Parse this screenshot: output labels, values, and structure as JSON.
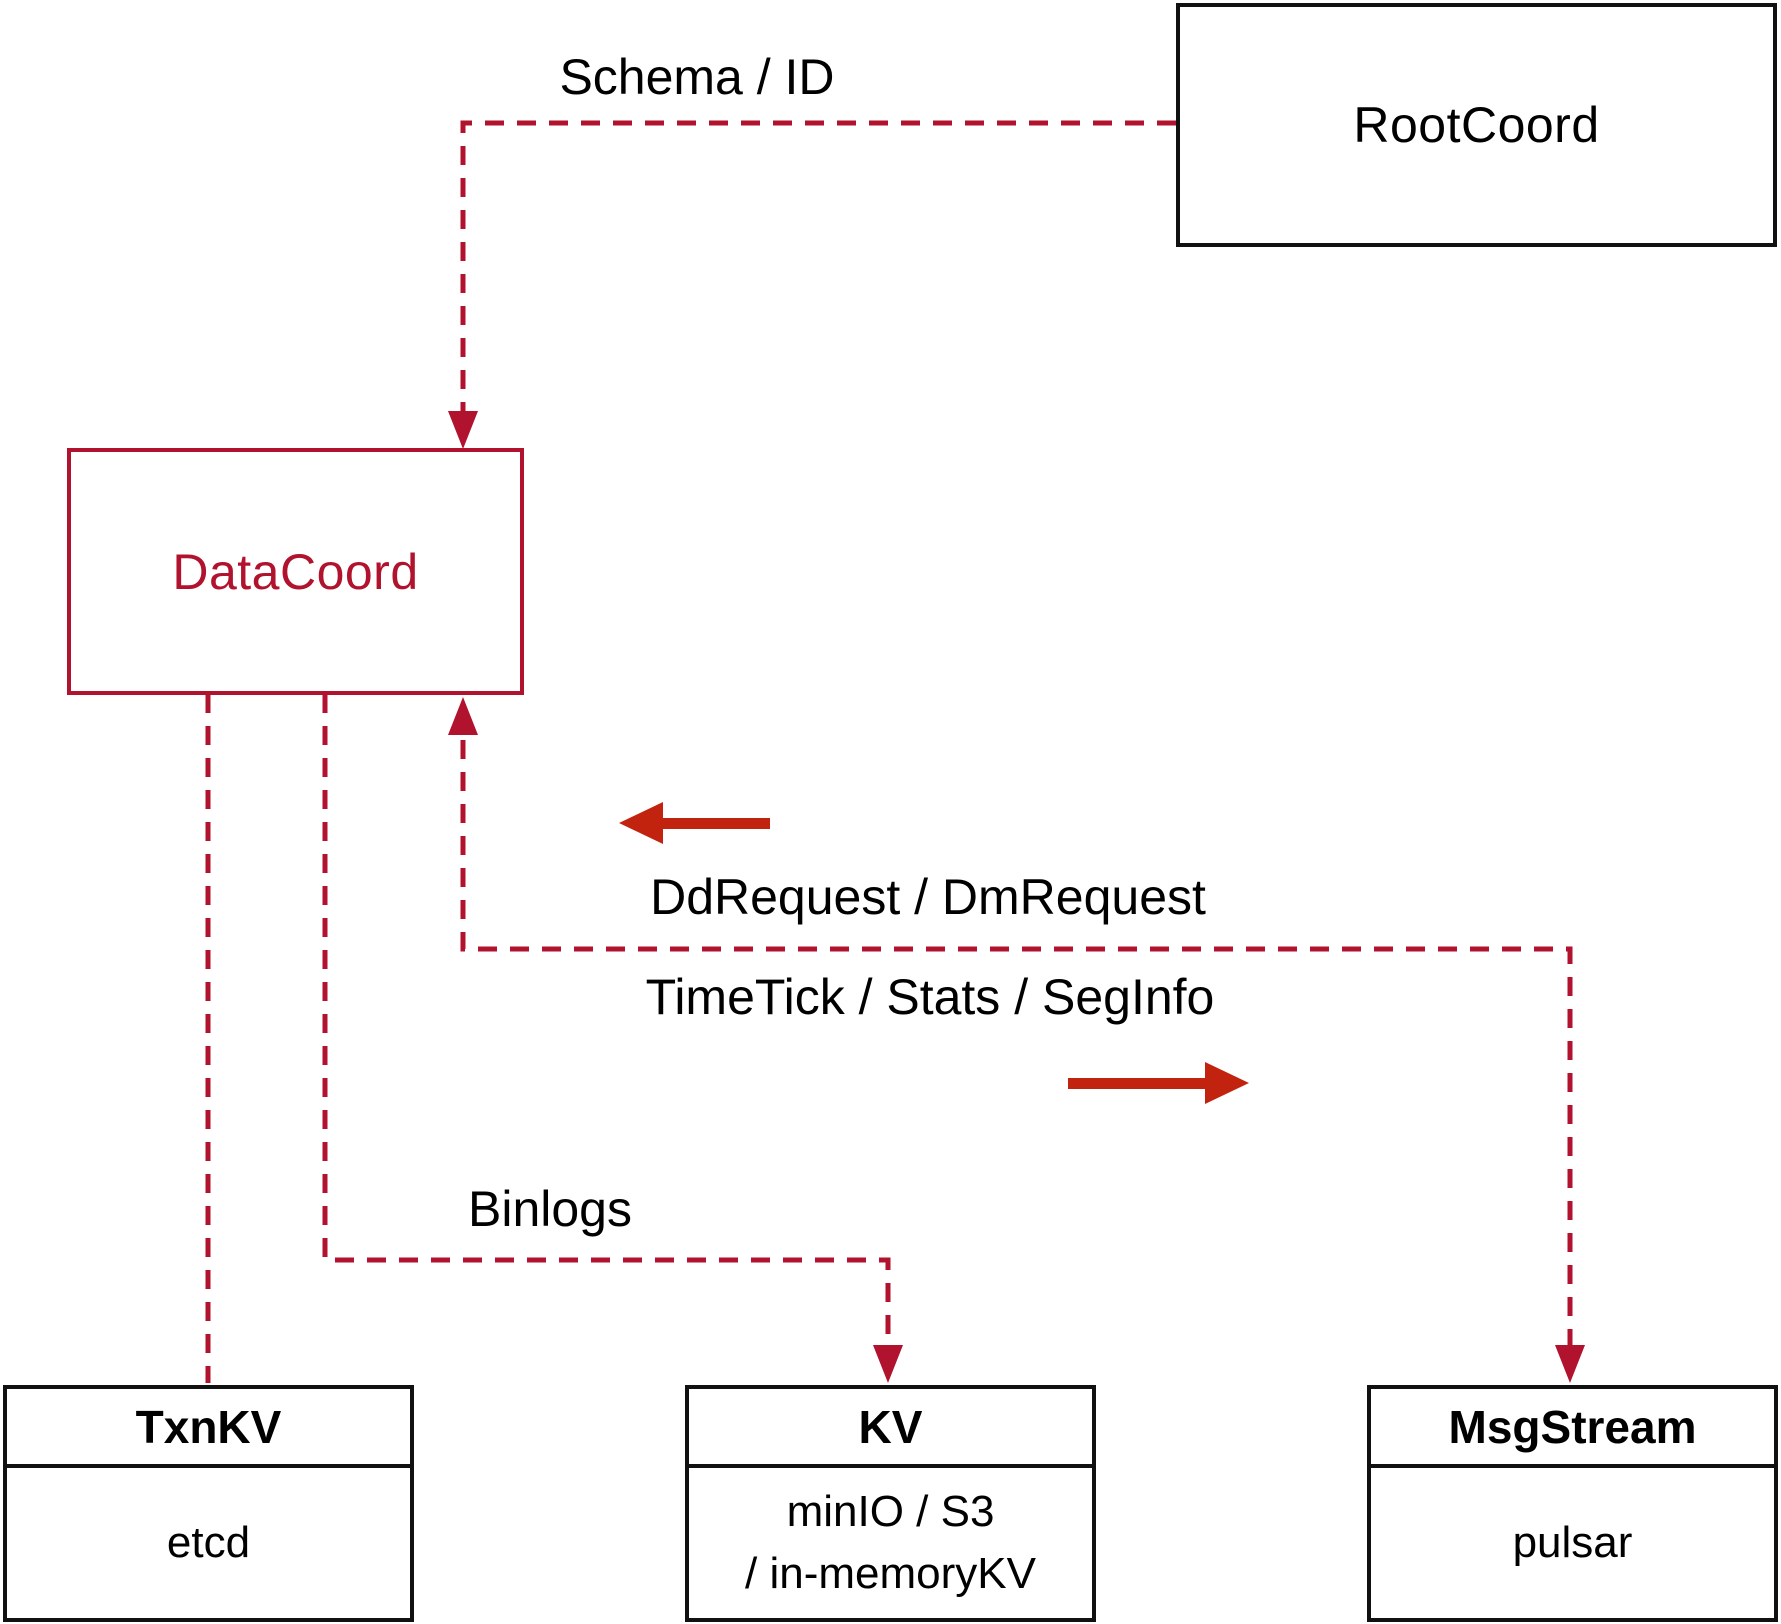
{
  "diagram": {
    "nodes": {
      "rootcoord": {
        "label": "RootCoord"
      },
      "datacoord": {
        "label": "DataCoord"
      },
      "txnkv": {
        "title": "TxnKV",
        "subtitle": "etcd"
      },
      "kv": {
        "title": "KV",
        "subtitle_line1": "minIO / S3",
        "subtitle_line2": "/ in-memoryKV"
      },
      "msgstream": {
        "title": "MsgStream",
        "subtitle": "pulsar"
      }
    },
    "edge_labels": {
      "schema_id": "Schema / ID",
      "dd_request": "DdRequest / DmRequest",
      "time_tick": "TimeTick / Stats / SegInfo",
      "binlogs": "Binlogs"
    },
    "colors": {
      "dashed_line": "#b1122d",
      "solid_arrow": "#c2230e",
      "box_border_black": "#111111",
      "datacoord_red": "#b1122d"
    }
  }
}
